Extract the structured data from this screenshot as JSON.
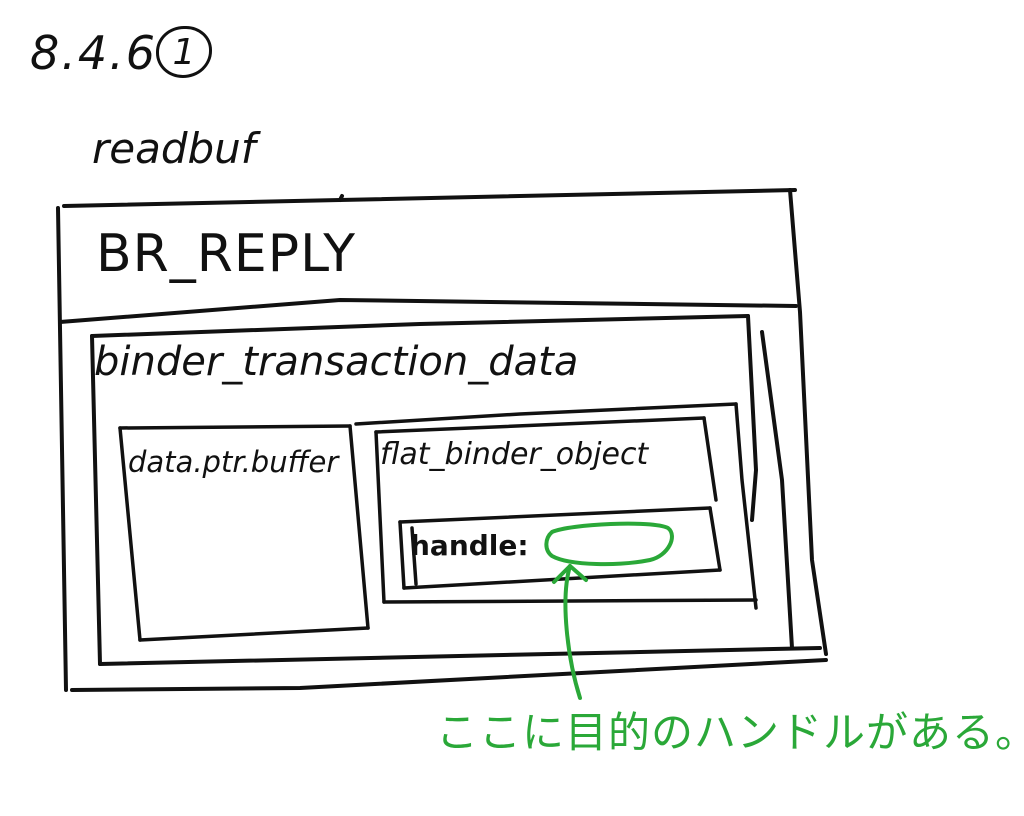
{
  "header": {
    "section_number": "8.4.6",
    "circled_number": "1"
  },
  "diagram": {
    "outer_label": "readbuf",
    "command_label": "BR_REPLY",
    "transaction_label": "binder_transaction_data",
    "buffer_label": "data.ptr.buffer",
    "object_label": "flat_binder_object",
    "handle_label": "handle:",
    "handle_value": ""
  },
  "annotation": {
    "note": "ここに目的のハンドルがある。"
  },
  "colors": {
    "ink": "#111111",
    "annotation": "#2aa838"
  }
}
